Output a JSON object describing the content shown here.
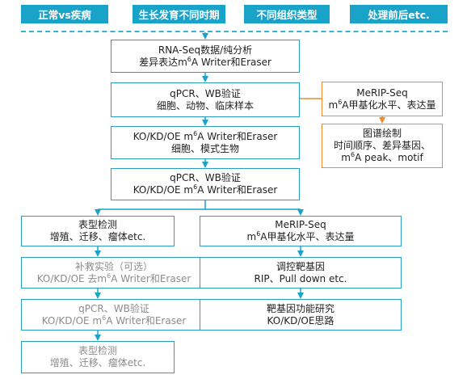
{
  "tabs": [
    {
      "label": "正常vs疾病"
    },
    {
      "label": "生长发育不同时期"
    },
    {
      "label": "不同组织类型"
    },
    {
      "label": "处理前后etc."
    }
  ],
  "boxes": {
    "rnaseq": {
      "line1": "RNA-Seq数据/纯分析",
      "line2a": "差异表达m",
      "line2b": "6",
      "line2c": "A Writer和Eraser"
    },
    "qpcr1": {
      "line1": "qPCR、WB验证",
      "line2": "细胞、动物、临床样本"
    },
    "ko1": {
      "line1a": "KO/KD/OE m",
      "line1b": "6",
      "line1c": "A Writer和Eraser",
      "line2": "细胞、模式生物"
    },
    "qpcr2": {
      "line1": "qPCR、WB验证",
      "line2a": "KO/KD/OE m",
      "line2b": "6",
      "line2c": "A Writer和Eraser"
    },
    "merip_right": {
      "line1": "MeRIP-Seq",
      "line2a": "m",
      "line2b": "6",
      "line2c": "A甲基化水平、表达量"
    },
    "plot": {
      "line1": "图谱绘制",
      "line2": "时间顺序、差异基因、",
      "line3a": "m",
      "line3b": "6",
      "line3c": "A peak、motif"
    },
    "pheno1": {
      "line1": "表型检测",
      "line2": "增殖、迁移、瘤体etc."
    },
    "rescue": {
      "line1": "补救实验（可选）",
      "line2a": "KO/KD/OE 去m",
      "line2b": "6",
      "line2c": "A Writer和Eraser"
    },
    "qpcr3": {
      "line1": "qPCR、WB验证",
      "line2a": "KO/KD/OE m",
      "line2b": "6",
      "line2c": "A Writer和Eraser"
    },
    "pheno2": {
      "line1": "表型检测",
      "line2": "增殖、迁移、瘤体etc."
    },
    "merip_mid": {
      "line1": "MeRIP-Seq",
      "line2a": "m",
      "line2b": "6",
      "line2c": "A甲基化水平、表达量"
    },
    "target": {
      "line1": "调控靶基因",
      "line2": "RIP、Pull down etc."
    },
    "func": {
      "line1": "靶基因功能研究",
      "line2": "KO/KD/OE思路"
    }
  },
  "colors": {
    "accent": "#1aa3c9",
    "border": "#2a9cc8",
    "orange": "#f08a2c",
    "gray_text": "#8c8c8c"
  }
}
